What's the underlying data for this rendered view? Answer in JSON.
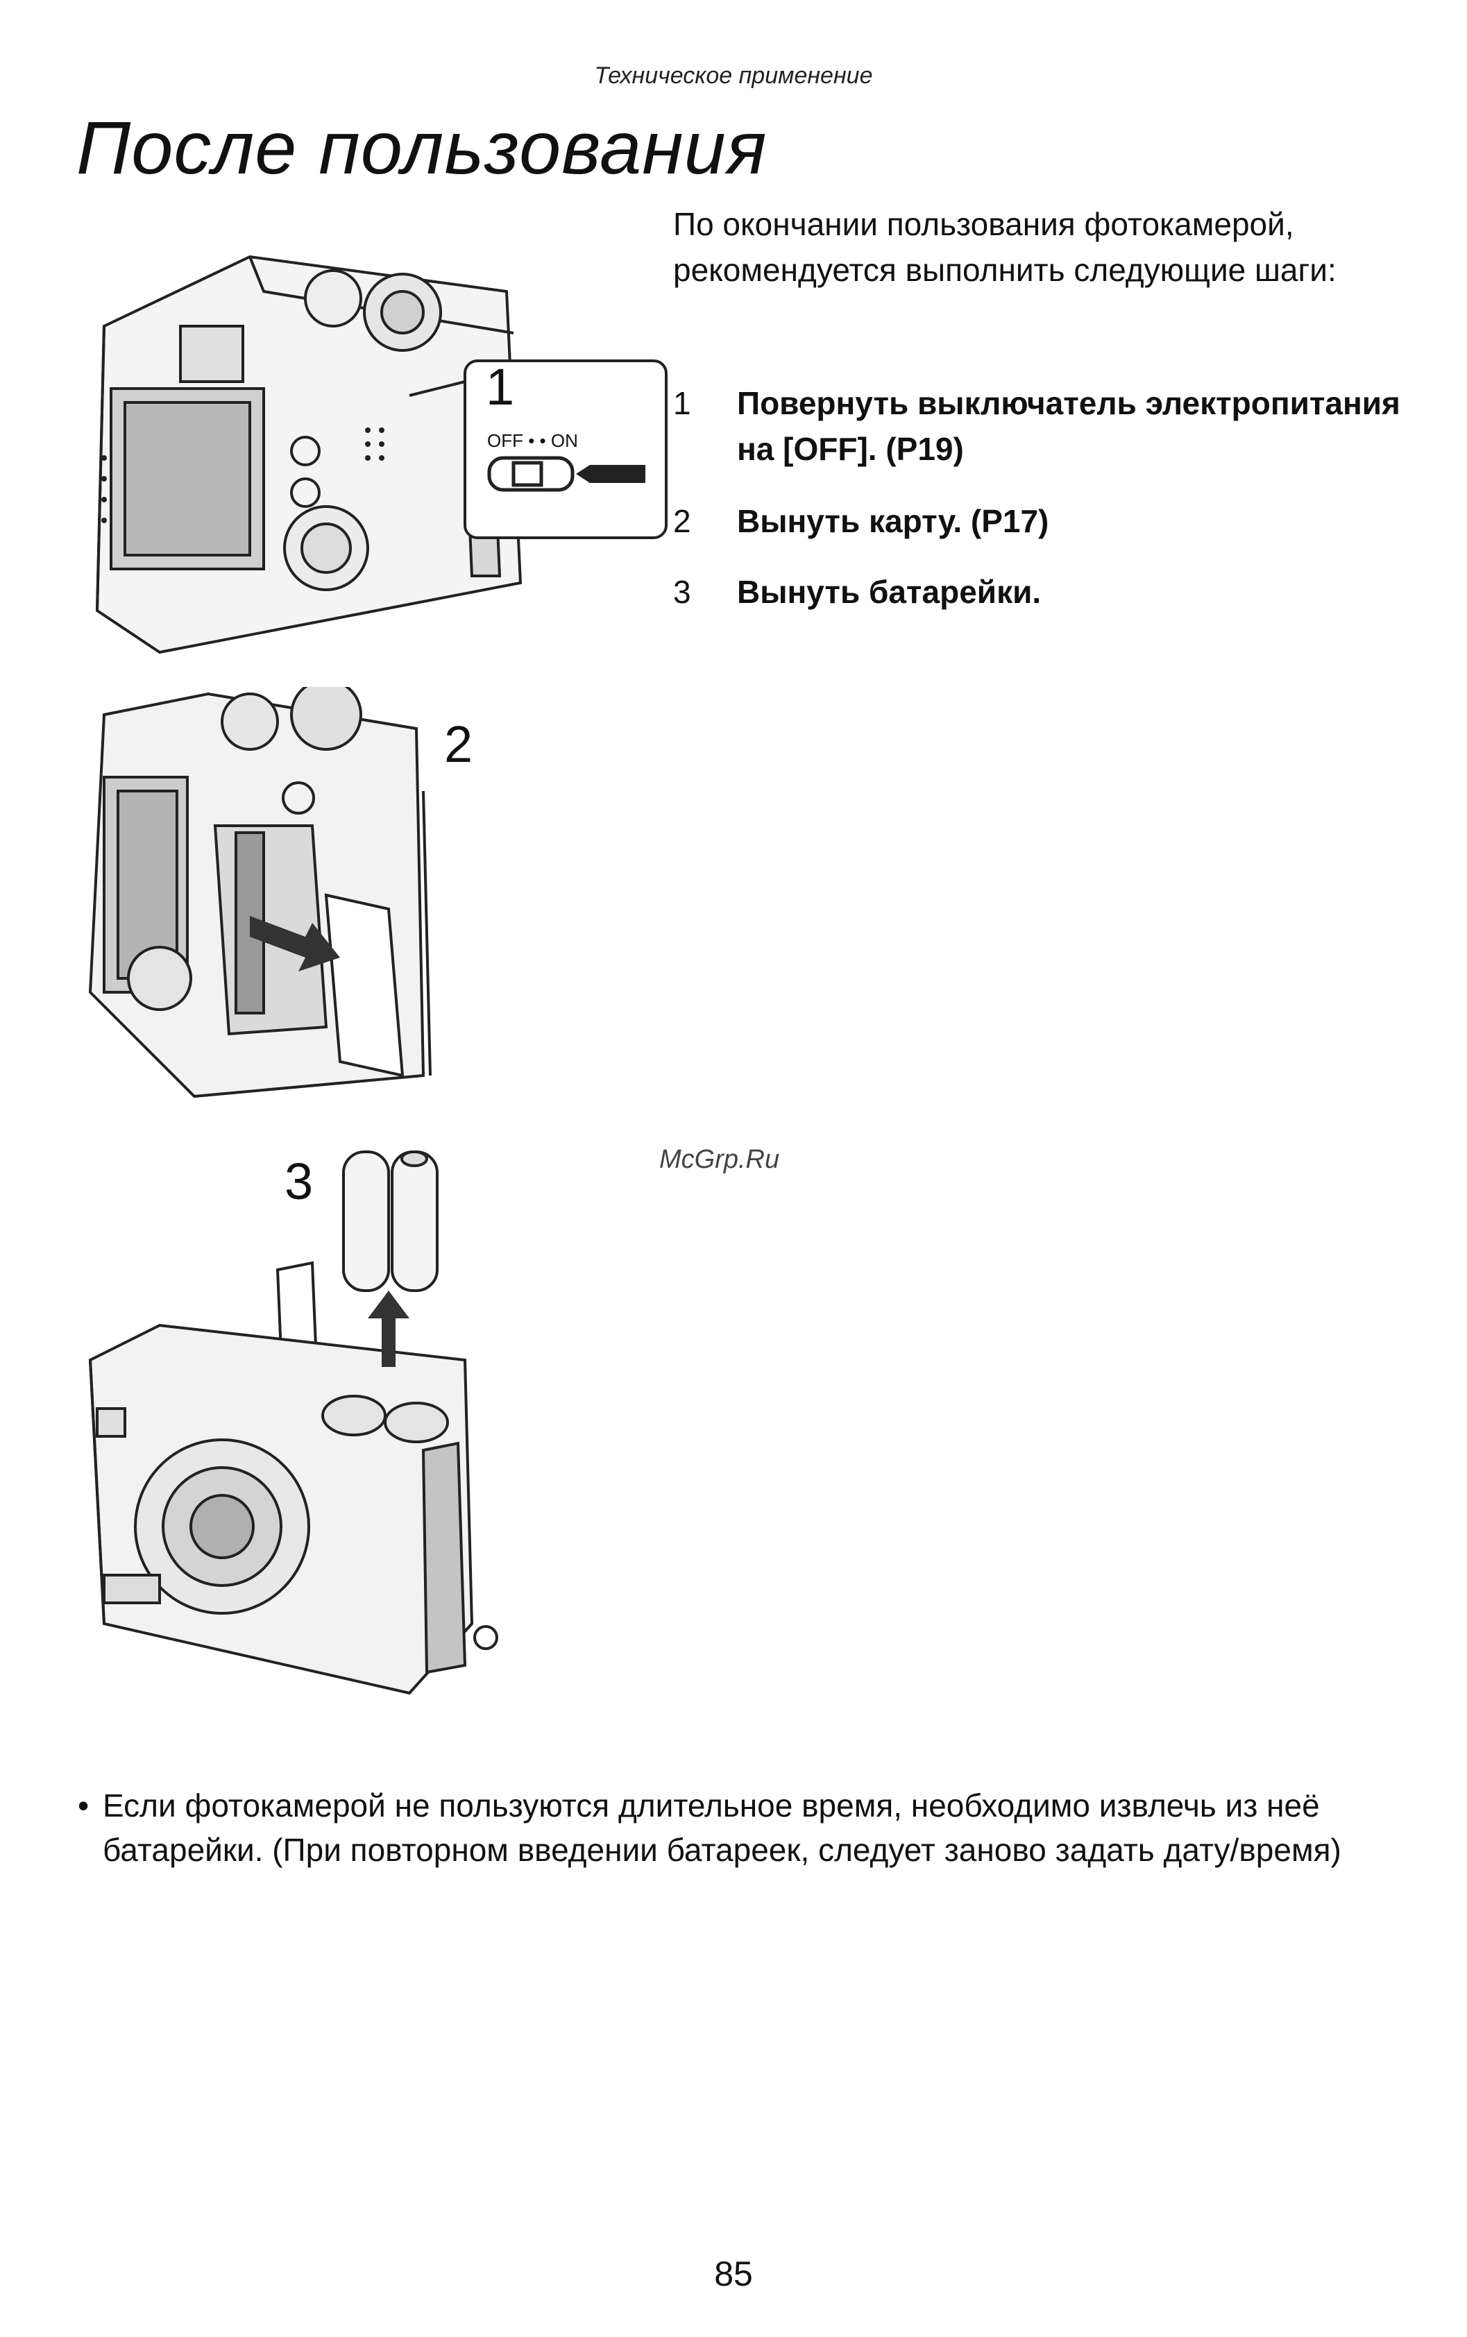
{
  "header": "Техническое применение",
  "title": "После пользования",
  "intro": "По окончании пользования фотокамерой, рекомендуется выполнить следующие шаги:",
  "steps": [
    {
      "num": "1",
      "text": "Повернуть выключатель электропитания на [OFF]. (P19)"
    },
    {
      "num": "2",
      "text": "Вынуть карту. (P17)"
    },
    {
      "num": "3",
      "text": "Вынуть батарейки."
    }
  ],
  "figures": {
    "fig1": {
      "label": "1",
      "switch_label": "OFF • • ON",
      "icon": "camera-power-switch-illustration"
    },
    "fig2": {
      "label": "2",
      "icon": "camera-card-slot-illustration"
    },
    "fig3": {
      "label": "3",
      "icon": "camera-battery-removal-illustration"
    }
  },
  "watermark": "McGrp.Ru",
  "note": {
    "bullet": "•",
    "text": "Если фотокамерой не пользуются длительное время, необходимо извлечь из неё батарейки. (При повторном введении батареек, следует заново задать дату/время)"
  },
  "page_number": "85"
}
